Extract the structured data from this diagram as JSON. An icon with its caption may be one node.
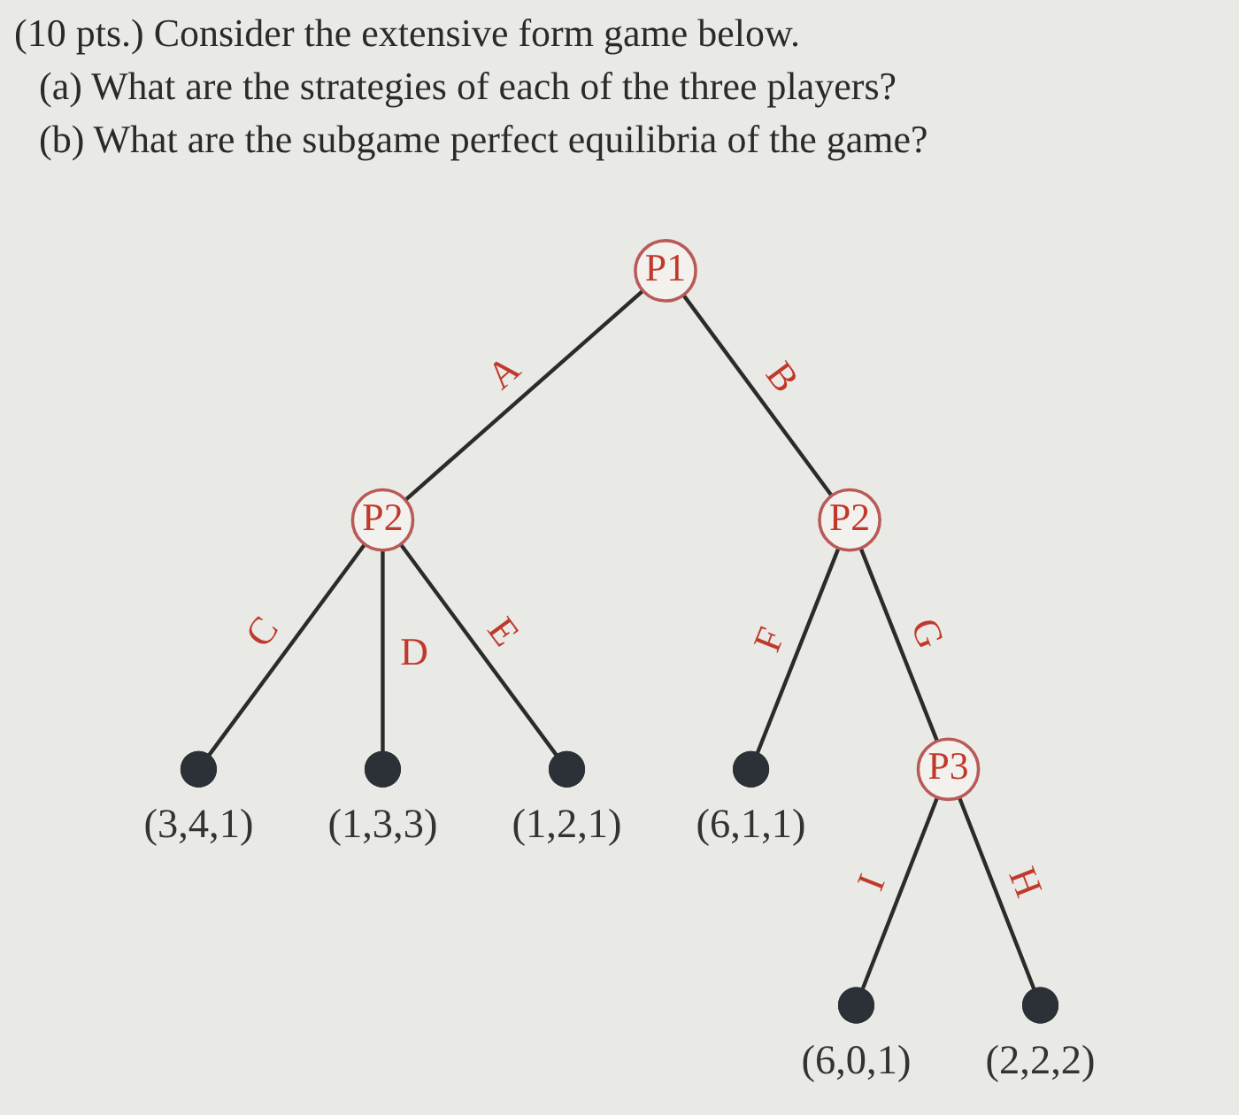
{
  "diagram": {
    "title": "(10 pts.) Consider the extensive form game below.",
    "nodes": [
      {
        "text": [
          "P1"
        ]
      },
      {
        "text": [
          "P2"
        ]
      },
      {
        "text": [
          "P2"
        ]
      },
      {
        "text": [],
        "shape": "circle",
        "beside": [
          "(3,4,1)"
        ]
      },
      {
        "text": [],
        "shape": "circle",
        "beside": [
          "(1,3,3)"
        ]
      },
      {
        "text": [],
        "shape": "circle",
        "beside": [
          "(1,2,1)"
        ]
      },
      {
        "text": [],
        "shape": "circle",
        "beside": [
          "(6,1,1)"
        ]
      },
      {
        "text": [
          "P3"
        ]
      },
      {
        "text": [],
        "shape": "circle",
        "beside": [
          "(6,0,1)"
        ]
      },
      {
        "text": [],
        "shape": "circle",
        "beside": [
          "(2,2,2)"
        ]
      }
    ],
    "edges": [
      {
        "from": 0,
        "to": 1,
        "arrow": "none",
        "label": "A"
      },
      {
        "from": 0,
        "to": 2,
        "arrow": "none",
        "label": "B"
      },
      {
        "from": 1,
        "to": 3,
        "arrow": "none",
        "label": "C"
      },
      {
        "from": 1,
        "to": 4,
        "arrow": "none",
        "label": "D"
      },
      {
        "from": 1,
        "to": 5,
        "arrow": "none",
        "label": "E"
      },
      {
        "from": 2,
        "to": 6,
        "arrow": "none",
        "label": "F"
      },
      {
        "from": 2,
        "to": 7,
        "arrow": "none",
        "label": "G"
      },
      {
        "from": 7,
        "to": 8,
        "arrow": "none",
        "label": "I"
      },
      {
        "from": 7,
        "to": 9,
        "arrow": "none",
        "label": "H"
      }
    ],
    "labels": [
      "(a) What are the strategies of each of the three players?",
      "(b) What are the subgame perfect equilibria of the game?"
    ]
  }
}
